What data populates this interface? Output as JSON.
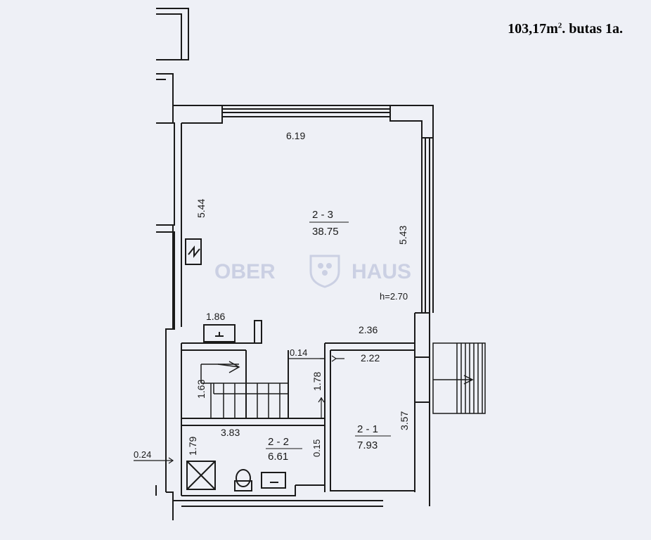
{
  "title": {
    "area": "103,17m",
    "sup": "2",
    "rest": ". butas 1a."
  },
  "watermark": {
    "left": "OBER",
    "right": "HAUS"
  },
  "rooms": {
    "main": {
      "id": "2 - 3",
      "area": "38.75"
    },
    "bath": {
      "id": "2 - 2",
      "area": "6.61"
    },
    "small": {
      "id": "2 - 1",
      "area": "7.93"
    }
  },
  "dimensions": {
    "main_width": "6.19",
    "main_left_height": "5.44",
    "main_right_height": "5.43",
    "ceiling": "h=2.70",
    "counter": "1.86",
    "corridor_width": "2.36",
    "gap": "0.14",
    "small_width": "2.22",
    "stair_height": "1.63",
    "stair_gap": "1.78",
    "small_height": "3.57",
    "bath_width": "3.83",
    "bath_height": "1.79",
    "bath_step": "0.15",
    "wall": "0.24"
  },
  "colors": {
    "background": "#eef0f6",
    "wall": "#1a1a1a",
    "watermark": "#c9cde0"
  }
}
